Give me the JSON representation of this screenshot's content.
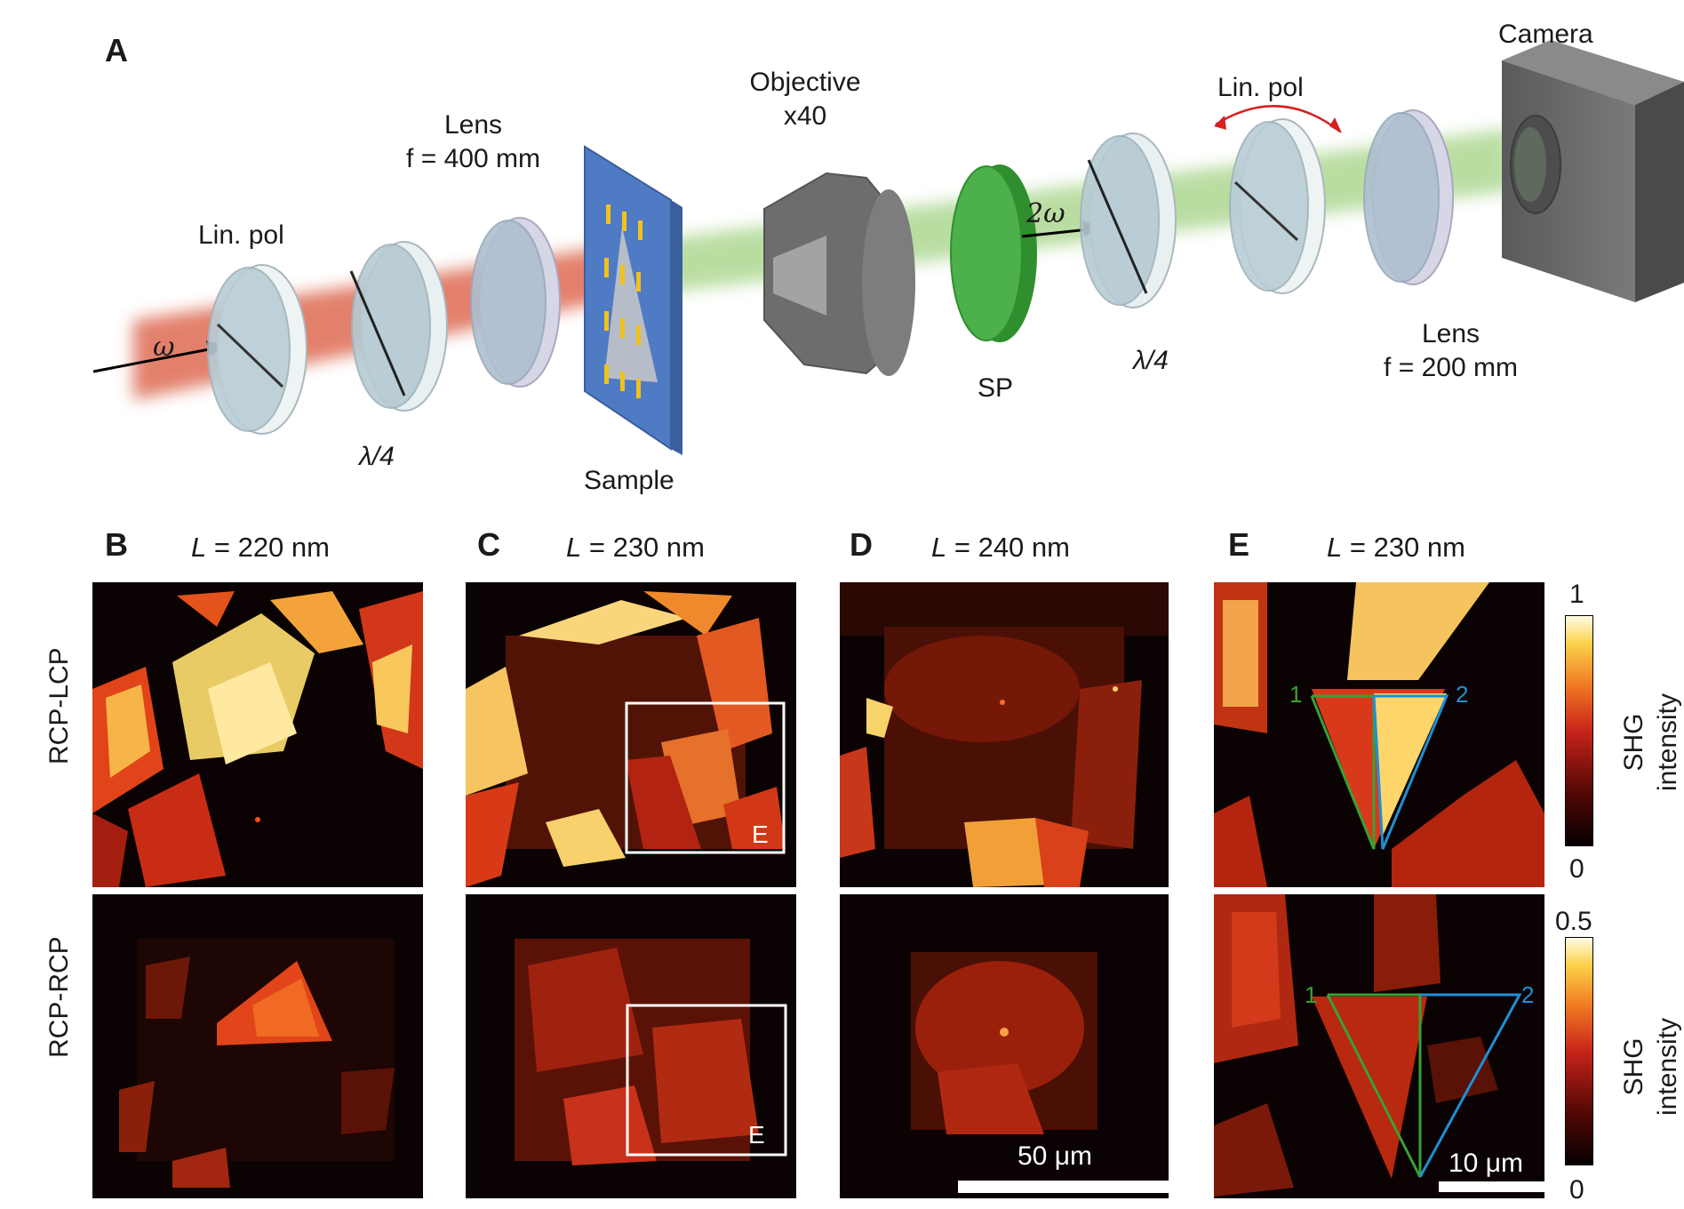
{
  "panelA": {
    "letter": "A",
    "omega": "ω",
    "lin_pol_1": "Lin. pol",
    "lambda4_1": "λ/4",
    "lens1_line1": "Lens",
    "lens1_line2": "f = 400 mm",
    "sample": "Sample",
    "objective_line1": "Objective",
    "objective_line2": "x40",
    "sp": "SP",
    "two_omega": "2ω",
    "lambda4_2": "λ/4",
    "lin_pol_2": "Lin. pol",
    "lens2_line1": "Lens",
    "lens2_line2": "f = 200 mm",
    "camera": "Camera"
  },
  "panels": [
    {
      "letter": "B",
      "title_var": "L",
      "title_rest": " = 220 nm"
    },
    {
      "letter": "C",
      "title_var": "L",
      "title_rest": " = 230 nm"
    },
    {
      "letter": "D",
      "title_var": "L",
      "title_rest": " = 240 nm"
    },
    {
      "letter": "E",
      "title_var": "L",
      "title_rest": " = 230 nm"
    }
  ],
  "rows": {
    "top": "RCP-LCP",
    "bottom": "RCP-RCP"
  },
  "inset_label": "E",
  "markers": {
    "one": "1",
    "two": "2"
  },
  "colorbar_top": {
    "max": "1",
    "min": "0",
    "label_line1": "SHG",
    "label_line2": "intensity"
  },
  "colorbar_bottom": {
    "max": "0.5",
    "min": "0",
    "label_line1": "SHG",
    "label_line2": "intensity"
  },
  "scalebars": {
    "d": "50 μm",
    "e": "10 μm"
  },
  "colors": {
    "green_outline": "#3aa035",
    "blue_outline": "#1f8fd6",
    "beam_red": "#d9573a",
    "beam_green": "#9ccf7a"
  }
}
